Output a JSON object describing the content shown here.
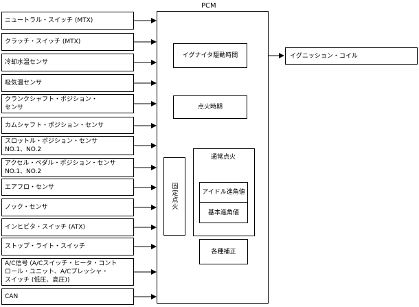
{
  "pcm": {
    "label": "PCM"
  },
  "inputs": [
    "ニュートラル・スイッチ (MTX)",
    "クラッチ・スイッチ (MTX)",
    "冷却水温センサ",
    "吸気温センサ",
    "クランクシャフト・ポジション・\nセンサ",
    "カムシャフト・ポジション・センサ",
    "スロットル・ポジション・センサ\nNO.1、NO.2",
    "アクセル・ペダル・ポジション・センサ\nNO.1、NO.2",
    "エアフロ・センサ",
    "ノック・センサ",
    "インヒビタ・スイッチ (ATX)",
    "ストップ・ライト・スイッチ",
    "A/C信号 (A/Cスイッチ・ヒータ・コント\nロール・ユニット、A/Cプレッシャ・\nスイッチ (低圧、高圧))",
    "CAN"
  ],
  "blocks": {
    "igniter_drive_time": "イグナイタ駆動時間",
    "ignition_coil": "イグニッション・コイル",
    "ignition_timing": "点火時期",
    "fixed_ignition": "固定点火",
    "normal_ignition": "通常点火",
    "idle_advance": "アイドル進角値",
    "base_advance": "基本進角値",
    "corrections": "各種補正"
  }
}
